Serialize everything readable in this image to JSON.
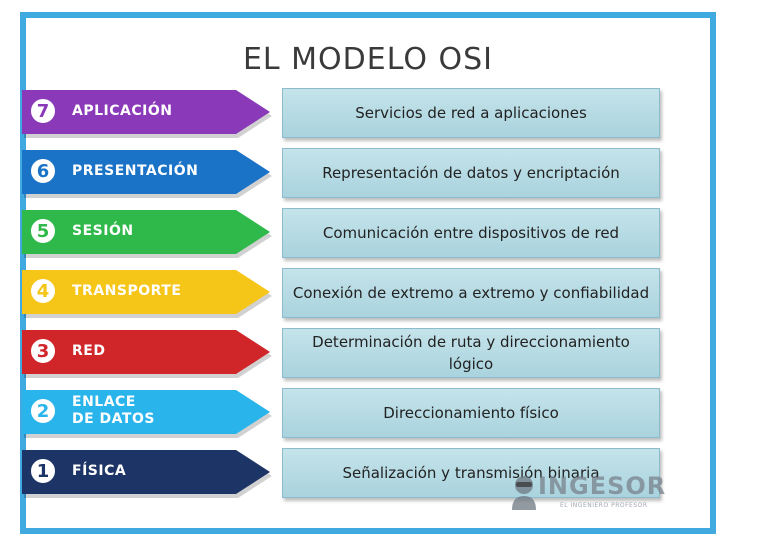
{
  "title": "EL MODELO OSI",
  "layers": [
    {
      "number": "7",
      "name": "APLICACIÓN",
      "description": "Servicios de red a aplicaciones",
      "color": "#8a3ab9"
    },
    {
      "number": "6",
      "name": "PRESENTACIÓN",
      "description": "Representación de datos y encriptación",
      "color": "#1a73c6"
    },
    {
      "number": "5",
      "name": "SESIÓN",
      "description": "Comunicación entre dispositivos de red",
      "color": "#2fb94a"
    },
    {
      "number": "4",
      "name": "TRANSPORTE",
      "description": "Conexión de extremo a extremo y confiabilidad",
      "color": "#f5c518"
    },
    {
      "number": "3",
      "name": "RED",
      "description": "Determinación de ruta y direccionamiento lógico",
      "color": "#d0262a"
    },
    {
      "number": "2",
      "name": "ENLACE\nDE DATOS",
      "description": "Direccionamiento físico",
      "color": "#29b4ec"
    },
    {
      "number": "1",
      "name": "FÍSICA",
      "description": "Señalización y transmisión binaria",
      "color": "#1d3566"
    }
  ],
  "logo": {
    "name": "INGESOR",
    "tagline": "EL INGENIERO PROFESOR",
    "icon": "person-icon"
  },
  "colors": {
    "frame": "#3fa9e0",
    "description_box": "#b8dce5"
  }
}
